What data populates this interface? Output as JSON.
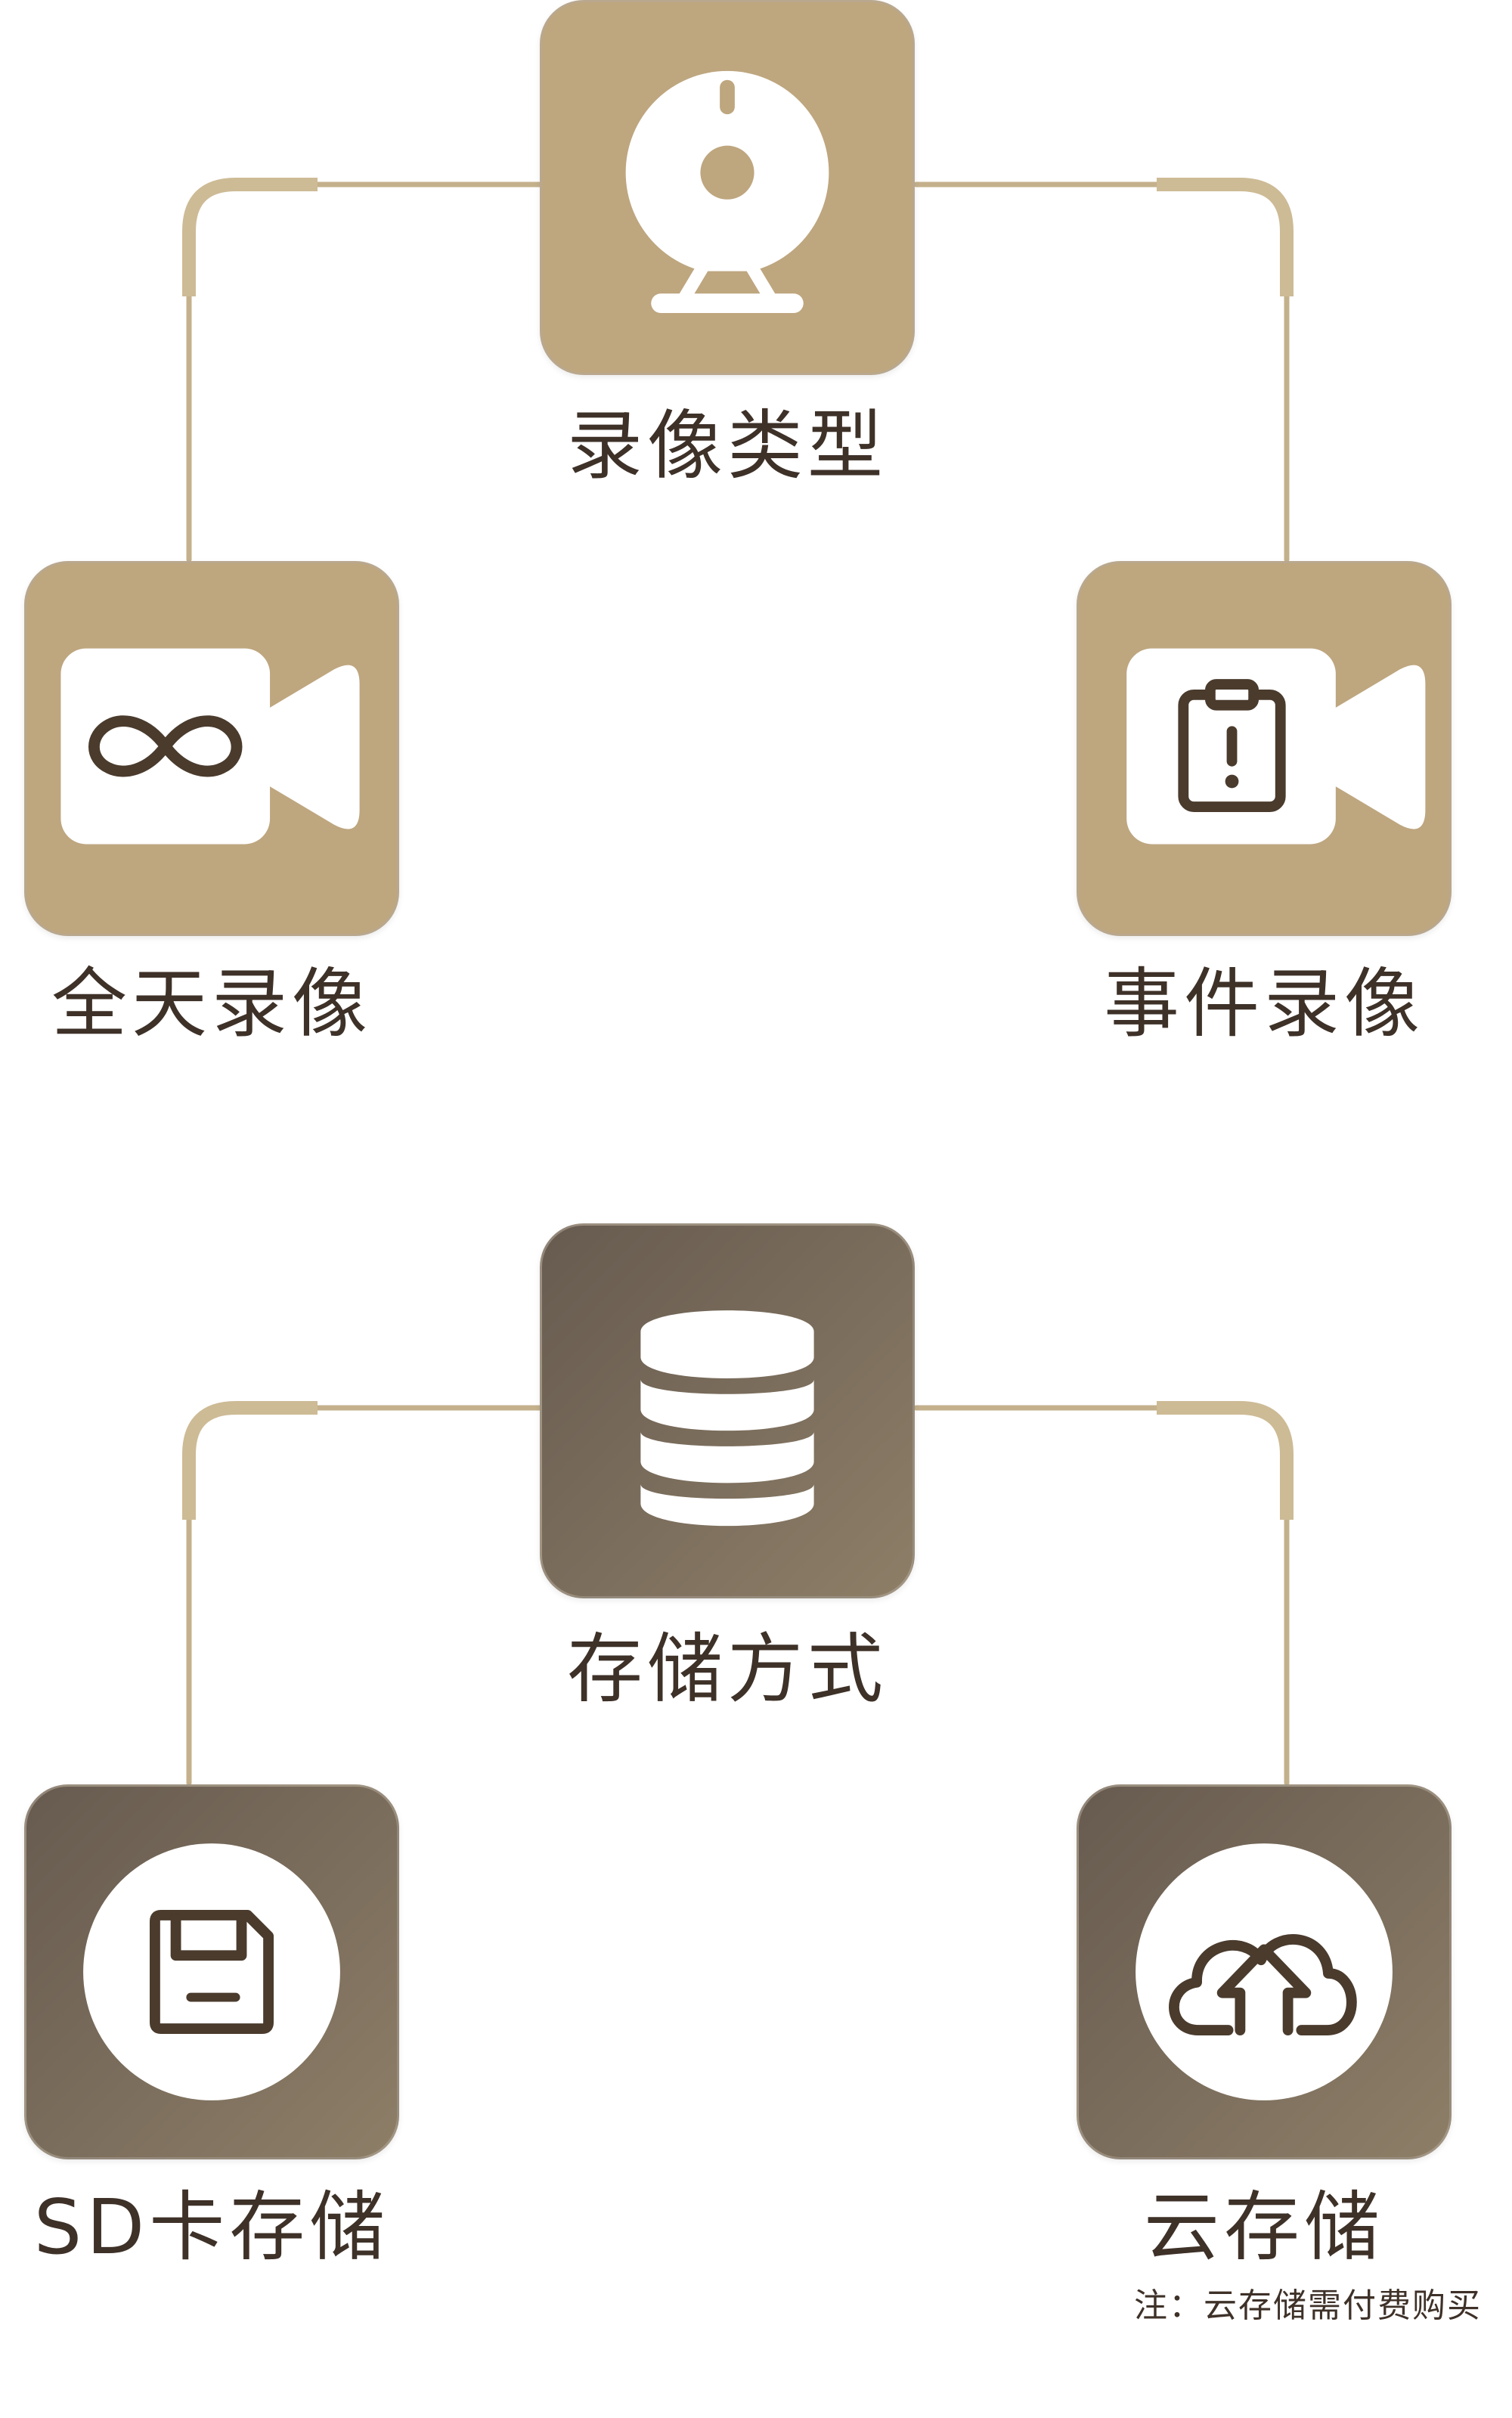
{
  "recording": {
    "root_label": "录像类型",
    "children": [
      {
        "label": "全天录像"
      },
      {
        "label": "事件录像"
      }
    ]
  },
  "storage": {
    "root_label": "存储方式",
    "children": [
      {
        "label": "SD卡存储"
      },
      {
        "label": "云存储"
      }
    ]
  },
  "footnote": "注：云存储需付费购买",
  "icons": {
    "recording_root": "webcam-icon",
    "all_day": "infinity-video-icon",
    "event": "alert-clipboard-video-icon",
    "storage_root": "database-icon",
    "sd_card": "floppy-disk-icon",
    "cloud": "cloud-upload-icon"
  },
  "colors": {
    "gold_tile": "#bea67f",
    "taupe_tile_start": "#675b50",
    "taupe_tile_end": "#8d7e67",
    "connector": "#c9b793",
    "label_text": "#3e3128",
    "icon_fill": "#ffffff"
  }
}
